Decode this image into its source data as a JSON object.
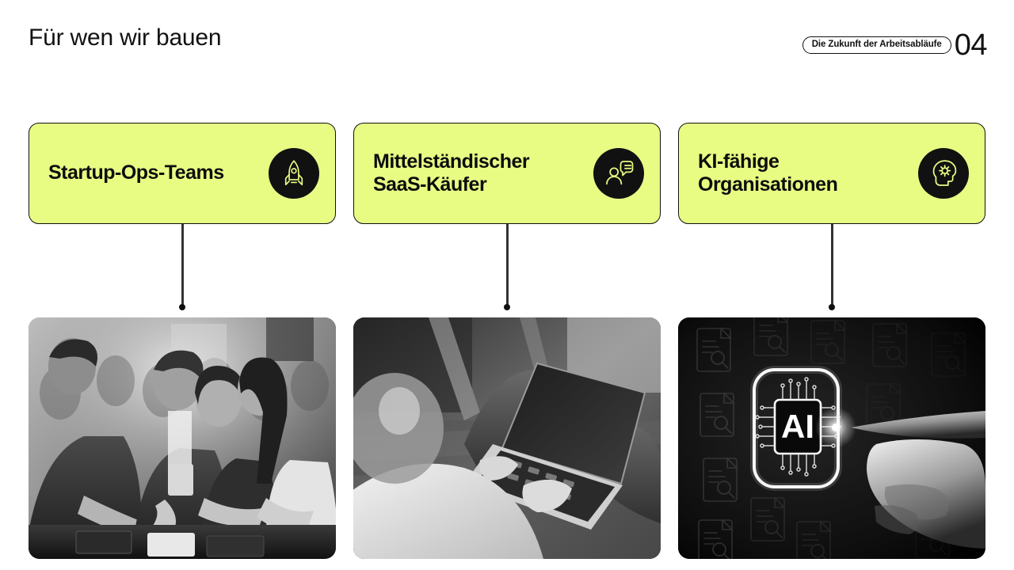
{
  "header": {
    "title": "Für wen wir bauen",
    "topic_badge": "Die Zukunft der Arbeitsabläufe",
    "page_number": "04"
  },
  "theme": {
    "accent": "#E8FC84",
    "ink": "#111111",
    "background": "#FFFFFF"
  },
  "columns": [
    {
      "card_title": "Startup-Ops-Teams",
      "icon": "rocket-icon",
      "photo_alt": "business-people-around-table-photo"
    },
    {
      "card_title": "Mittelständischer\nSaaS-Käufer",
      "icon": "person-speech-bubble-icon",
      "photo_alt": "person-typing-on-laptop-photo"
    },
    {
      "card_title": "KI-fähige\nOrganisationen",
      "icon": "head-gear-icon",
      "photo_alt": "ai-chip-touched-by-finger-photo"
    }
  ]
}
